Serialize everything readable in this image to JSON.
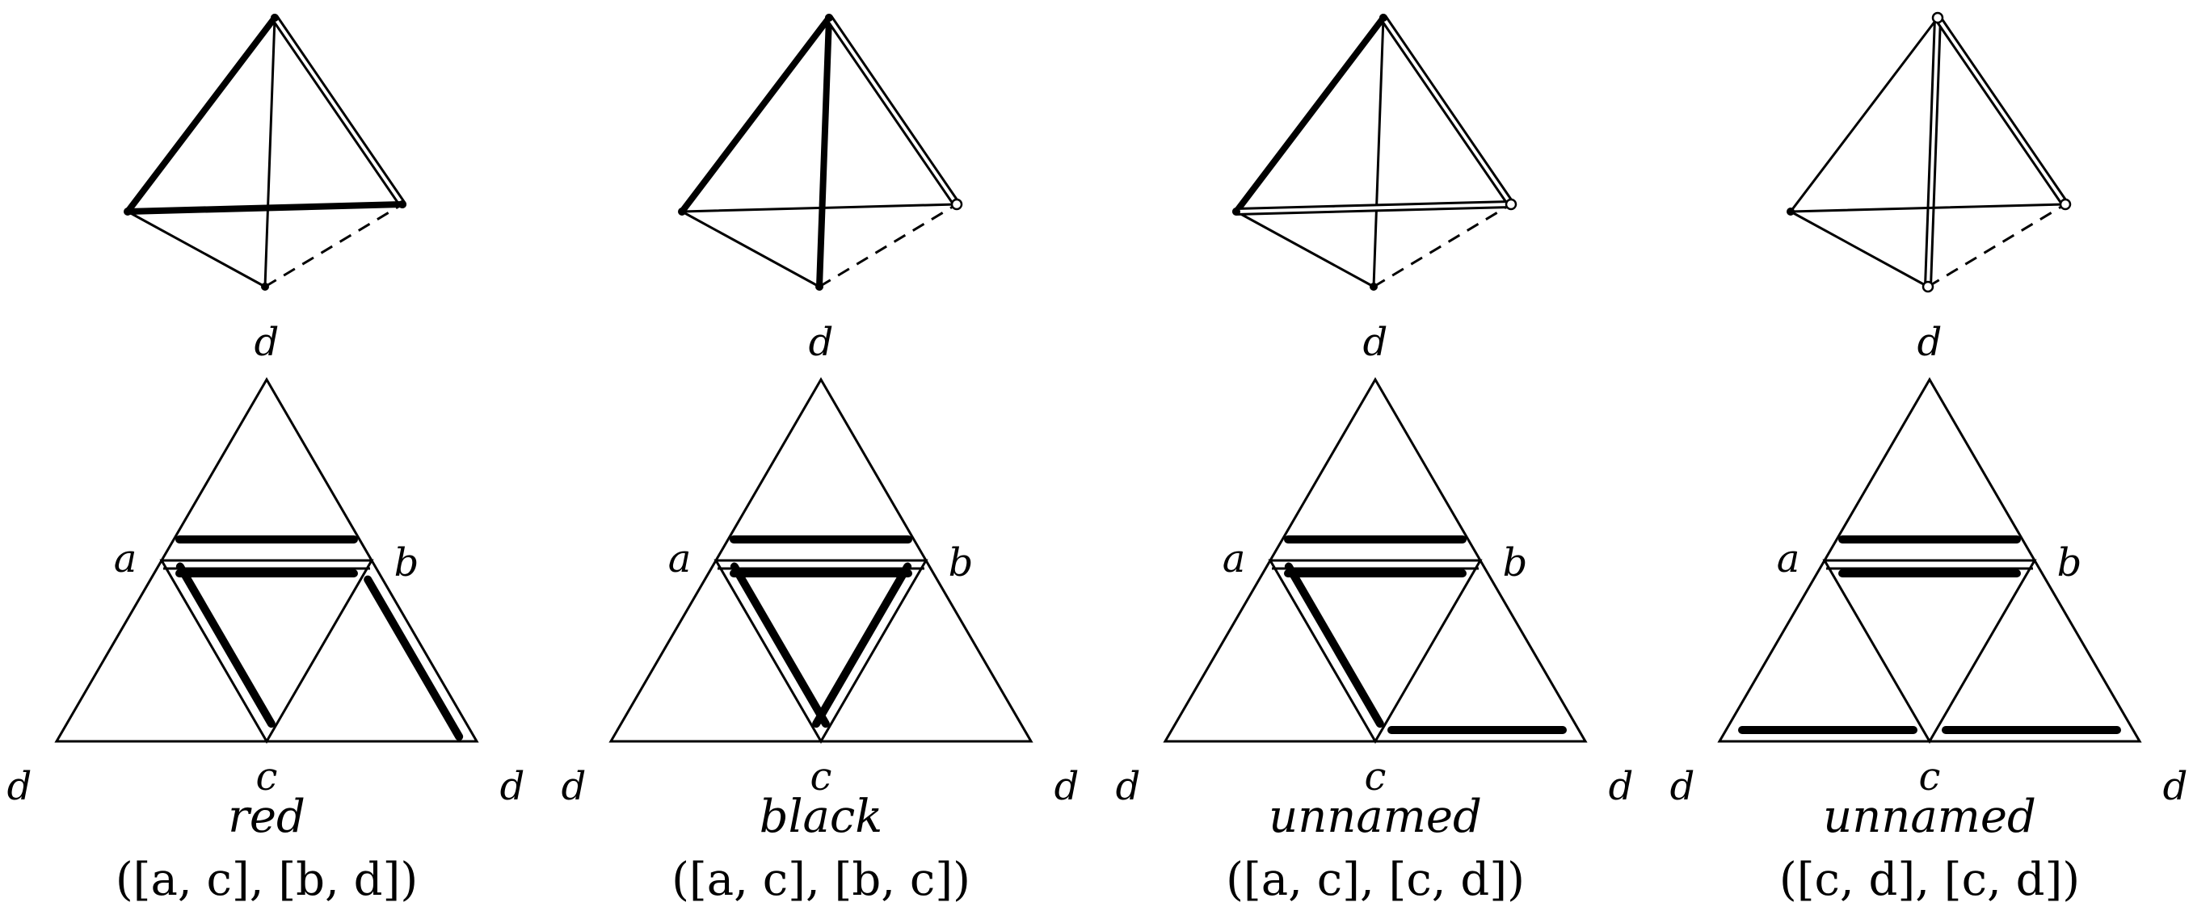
{
  "panels": [
    {
      "name": "red",
      "pair_text": "([a, c], [b, d])",
      "labels": {
        "top": "d",
        "left": "a",
        "right": "b",
        "bottom": "c",
        "bottom_left": "d",
        "bottom_right": "d"
      },
      "tetra_edges": {
        "AB": "thick",
        "AC": "thin",
        "AD": "double",
        "BC": "thin",
        "BD": "thick",
        "CD": "dashed"
      },
      "bars": [
        "top_outer",
        "top_inner",
        "left_inner",
        "right_outer"
      ]
    },
    {
      "name": "black",
      "pair_text": "([a, c], [b, c])",
      "labels": {
        "top": "d",
        "left": "a",
        "right": "b",
        "bottom": "c",
        "bottom_left": "d",
        "bottom_right": "d"
      },
      "tetra_edges": {
        "AB": "thick",
        "AC": "thick",
        "AD": "double",
        "BC": "thin",
        "BD": "thin",
        "CD": "dashed"
      },
      "bars": [
        "top_outer",
        "top_inner",
        "left_inner",
        "right_inner"
      ]
    },
    {
      "name": "unnamed",
      "pair_text": "([a, c], [c, d])",
      "labels": {
        "top": "d",
        "left": "a",
        "right": "b",
        "bottom": "c",
        "bottom_left": "d",
        "bottom_right": "d"
      },
      "tetra_edges": {
        "AB": "thick",
        "AC": "thin",
        "AD": "double",
        "BC": "thin",
        "BD": "double",
        "CD": "dashed"
      },
      "bars": [
        "top_outer",
        "top_inner",
        "left_inner",
        "bottom_right"
      ]
    },
    {
      "name": "unnamed",
      "pair_text": "([c, d], [c, d])",
      "labels": {
        "top": "d",
        "left": "a",
        "right": "b",
        "bottom": "c",
        "bottom_left": "d",
        "bottom_right": "d"
      },
      "tetra_edges": {
        "AB": "thin",
        "AC": "double",
        "AD": "double",
        "BC": "thin",
        "BD": "thin",
        "CD": "dashed"
      },
      "bars": [
        "top_outer",
        "top_inner",
        "bottom_left",
        "bottom_right"
      ]
    }
  ]
}
